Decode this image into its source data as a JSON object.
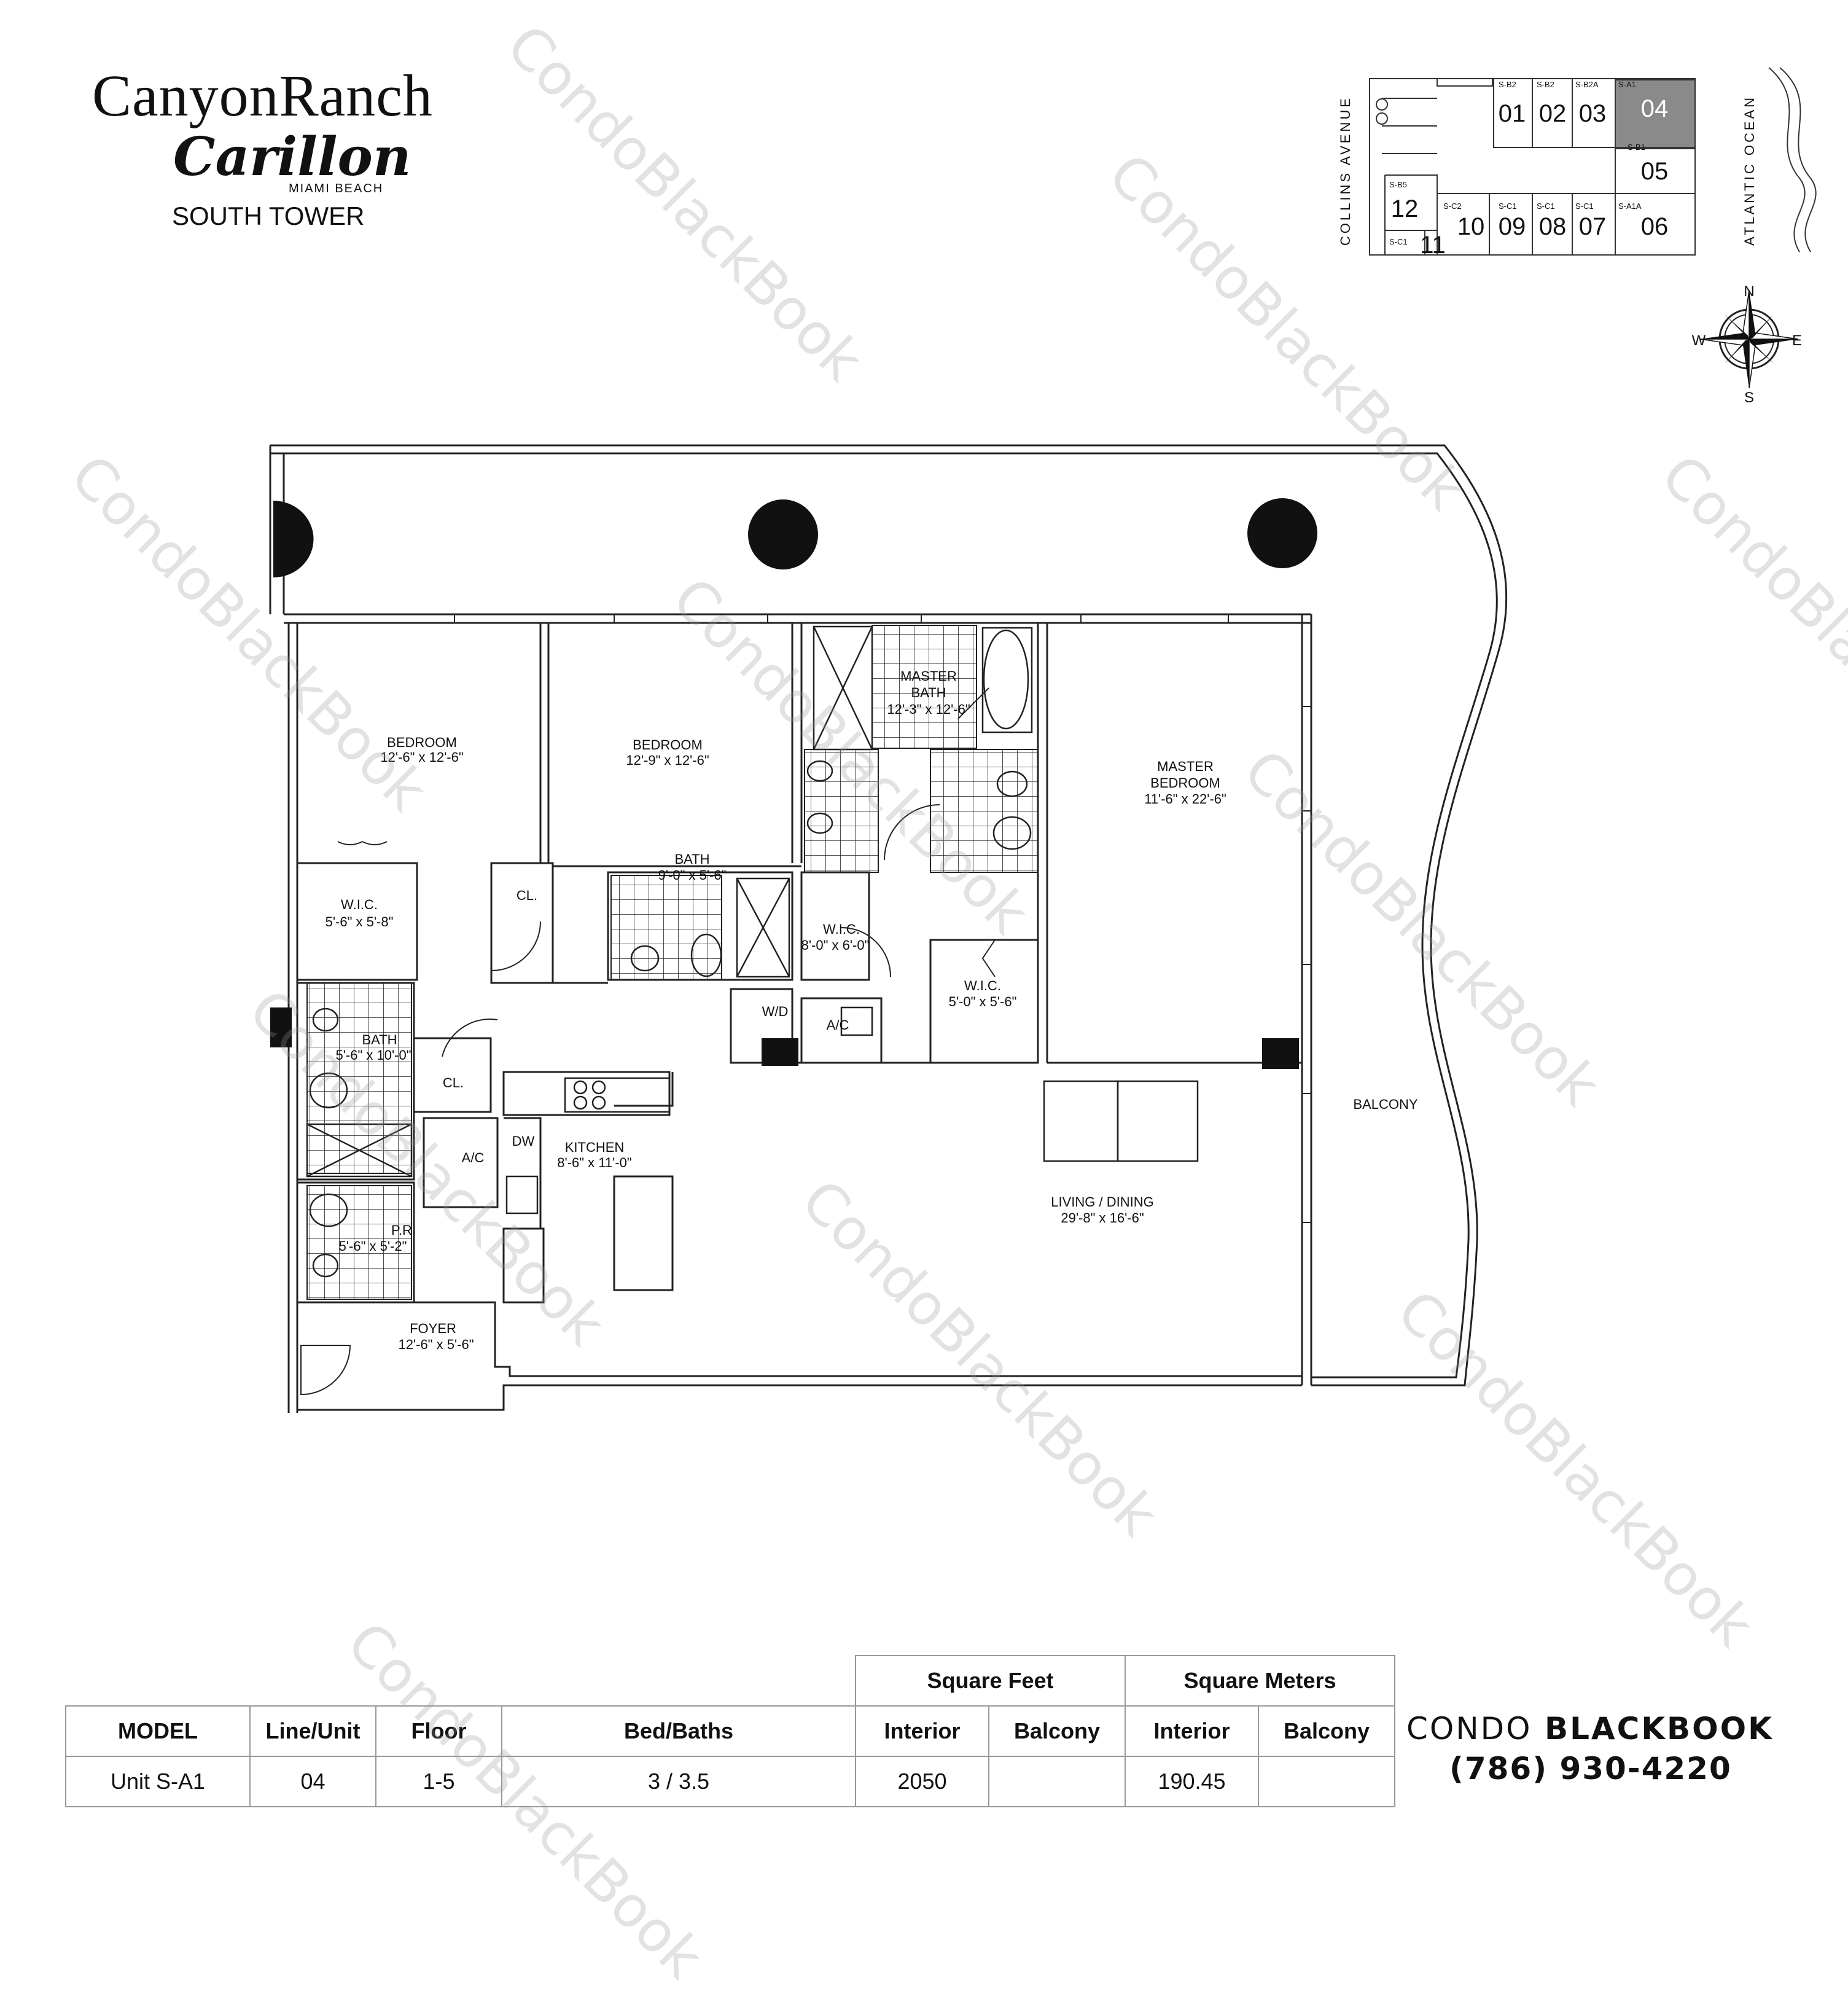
{
  "header": {
    "brand_main": "CanyonRanch",
    "brand_script": "Carillon",
    "brand_location": "MIAMI BEACH",
    "tower": "SOUTH TOWER"
  },
  "keyplan": {
    "street_label": "COLLINS AVENUE",
    "ocean_label": "ATLANTIC OCEAN",
    "highlight_color": "#8a8a8a",
    "units": [
      {
        "num": "01",
        "model": "S-B2"
      },
      {
        "num": "02",
        "model": "S-B2"
      },
      {
        "num": "03",
        "model": "S-B2A"
      },
      {
        "num": "04",
        "model": "S-A1",
        "selected": true
      },
      {
        "num": "05",
        "model": "S-B1"
      },
      {
        "num": "06",
        "model": "S-A1A"
      },
      {
        "num": "07",
        "model": "S-C1"
      },
      {
        "num": "08",
        "model": "S-C1"
      },
      {
        "num": "09",
        "model": "S-C1"
      },
      {
        "num": "10",
        "model": "S-C2"
      },
      {
        "num": "11",
        "model": "S-C1"
      },
      {
        "num": "12",
        "model": "S-B5"
      }
    ]
  },
  "compass": {
    "n": "N",
    "s": "S",
    "e": "E",
    "w": "W"
  },
  "rooms": {
    "bedroom1_name": "BEDROOM",
    "bedroom1_dim": "12'-6\" x 12'-6\"",
    "bedroom2_name": "BEDROOM",
    "bedroom2_dim": "12'-9\" x 12'-6\"",
    "master_bath_name1": "MASTER",
    "master_bath_name2": "BATH",
    "master_bath_dim": "12'-3\" x 12'-6\"",
    "master_bed_name1": "MASTER",
    "master_bed_name2": "BEDROOM",
    "master_bed_dim": "11'-6\" x 22'-6\"",
    "wic1_name": "W.I.C.",
    "wic1_dim": "5'-6\" x 5'-8\"",
    "cl1": "CL.",
    "bath2_name": "BATH",
    "bath2_dim": "9'-0\" x 5'-6\"",
    "wic2_name": "W.I.C.",
    "wic2_dim": "8'-0\" x 6'-0\"",
    "wic3_name": "W.I.C.",
    "wic3_dim": "5'-0\" x 5'-6\"",
    "wd": "W/D",
    "ac1": "A/C",
    "bath3_name": "BATH",
    "bath3_dim": "5'-6\" x 10'-0\"",
    "cl2": "CL.",
    "ac2": "A/C",
    "dw": "DW",
    "kitchen_name": "KITCHEN",
    "kitchen_dim": "8'-6\" x 11'-0\"",
    "living_name": "LIVING / DINING",
    "living_dim": "29'-8\" x 16'-6\"",
    "pr_name": "P.R.",
    "pr_dim": "5'-6\" x 5'-2\"",
    "foyer_name": "FOYER",
    "foyer_dim": "12'-6\" x 5'-6\"",
    "balcony": "BALCONY"
  },
  "spec_table": {
    "group_sqft": "Square Feet",
    "group_sqm": "Square Meters",
    "col_model": "MODEL",
    "col_line": "Line/Unit",
    "col_floor": "Floor",
    "col_bed": "Bed/Baths",
    "col_int_ft": "Interior",
    "col_bal_ft": "Balcony",
    "col_int_m": "Interior",
    "col_bal_m": "Balcony",
    "model": "Unit S-A1",
    "line": "04",
    "floor": "1-5",
    "bed": "3 / 3.5",
    "int_ft": "2050",
    "bal_ft": "",
    "int_m": "190.45",
    "bal_m": ""
  },
  "contact": {
    "brand_light": "CONDO",
    "brand_bold": "BLACKBOOK",
    "phone": "(786) 930-4220"
  },
  "watermark": "CondoBlackBook"
}
